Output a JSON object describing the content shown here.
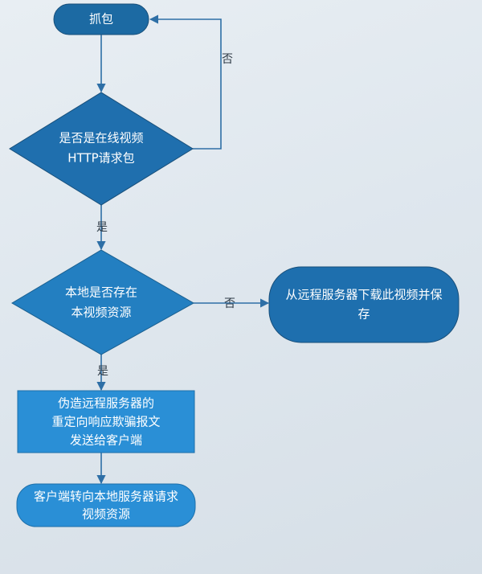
{
  "colors": {
    "node_fill": "#2384c9",
    "node_dark": "#1c5f8f",
    "edge": "#2e6fa6",
    "text": "#ffffff",
    "label": "#2f3b46"
  },
  "nodes": {
    "capture": {
      "label": "抓包"
    },
    "check_http": {
      "line1": "是否是在线视频",
      "line2": "HTTP请求包"
    },
    "check_local": {
      "line1": "本地是否存在",
      "line2": "本视频资源"
    },
    "download": {
      "line1": "从远程服务器下载此视频并保",
      "line2": "存"
    },
    "forge": {
      "line1": "伪造远程服务器的",
      "line2": "重定向响应欺骗报文",
      "line3": "发送给客户端"
    },
    "client_redirect": {
      "line1": "客户端转向本地服务器请求",
      "line2": "视频资源"
    }
  },
  "edges": {
    "no_loop": "否",
    "yes_1": "是",
    "no_download": "否",
    "yes_2": "是"
  }
}
